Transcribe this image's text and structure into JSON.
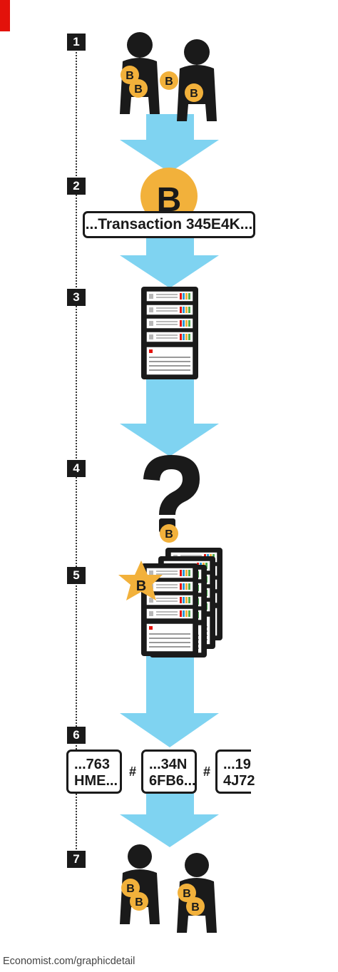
{
  "colors": {
    "accent_red": "#e3120b",
    "arrow_blue": "#7fd3f1",
    "coin_orange": "#f2b13b",
    "ink": "#1a1a1a"
  },
  "steps": [
    {
      "number": "1"
    },
    {
      "number": "2"
    },
    {
      "number": "3"
    },
    {
      "number": "4"
    },
    {
      "number": "5"
    },
    {
      "number": "6"
    },
    {
      "number": "7"
    }
  ],
  "transaction_label": "...Transaction 345E4K...",
  "hash_blocks": [
    {
      "line1": "...763",
      "line2": "HME..."
    },
    {
      "line1": "...34N",
      "line2": "6FB6..."
    },
    {
      "line1": "...19",
      "line2": "4J72"
    }
  ],
  "hash_separator": "#",
  "coin_symbol": "B",
  "question_mark": "?",
  "footer": "Economist.com/graphicdetail",
  "icons": [
    "person-icon",
    "bitcoin-coin-icon",
    "server-rack-icon",
    "question-mark-icon",
    "star-burst-icon",
    "down-arrow-icon"
  ]
}
